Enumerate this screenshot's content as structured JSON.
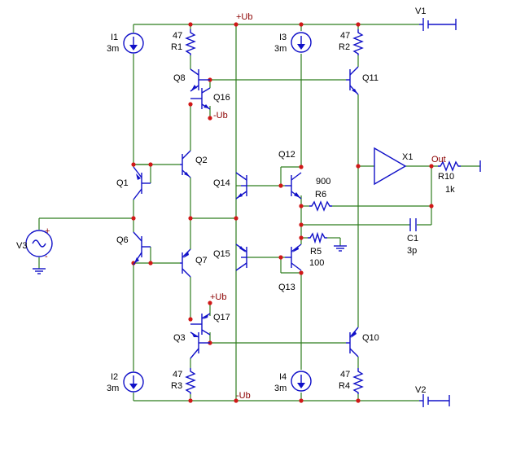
{
  "nets": {
    "pos_supply": "+Ub",
    "neg_supply": "-Ub",
    "output": "Out"
  },
  "sources": {
    "v1": "V1",
    "v2": "V2",
    "v3": "V3",
    "i1": {
      "name": "I1",
      "value": "3m"
    },
    "i2": {
      "name": "I2",
      "value": "3m"
    },
    "i3": {
      "name": "I3",
      "value": "3m"
    },
    "i4": {
      "name": "I4",
      "value": "3m"
    },
    "v3_plus": "+",
    "v3_minus": "-"
  },
  "resistors": {
    "r1": {
      "name": "R1",
      "value": "47"
    },
    "r2": {
      "name": "R2",
      "value": "47"
    },
    "r3": {
      "name": "R3",
      "value": "47"
    },
    "r4": {
      "name": "R4",
      "value": "47"
    },
    "r5": {
      "name": "R5",
      "value": "100"
    },
    "r6": {
      "name": "R6",
      "value": "900"
    },
    "r10": {
      "name": "R10",
      "value": "1k"
    }
  },
  "capacitors": {
    "c1": {
      "name": "C1",
      "value": "3p"
    }
  },
  "transistors": {
    "q1": "Q1",
    "q2": "Q2",
    "q3": "Q3",
    "q6": "Q6",
    "q7": "Q7",
    "q8": "Q8",
    "q10": "Q10",
    "q11": "Q11",
    "q12": "Q12",
    "q13": "Q13",
    "q14": "Q14",
    "q15": "Q15",
    "q16": "Q16",
    "q17": "Q17"
  },
  "q16_rail": "-Ub",
  "q17_rail": "+Ub",
  "opamp": "X1",
  "colors": {
    "wire": "#2e7d1e",
    "component": "#1010c8",
    "junction": "#d01818",
    "net_label": "#8b0000"
  }
}
